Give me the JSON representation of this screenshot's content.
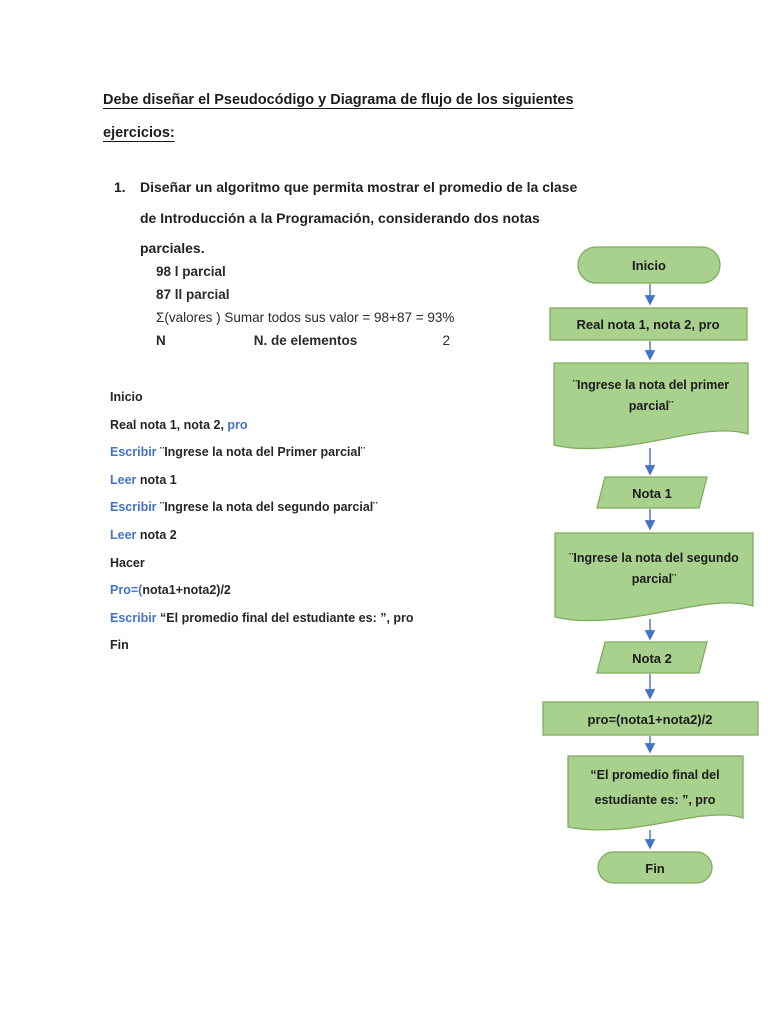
{
  "heading": {
    "line1": "Debe diseñar el Pseudocódigo y Diagrama de flujo de los siguientes",
    "line2": "ejercicios:"
  },
  "exercise": {
    "number": "1.",
    "lines": [
      "Diseñar un algoritmo que permita mostrar el promedio de la clase",
      "de Introducción a la Programación, considerando dos notas",
      "parciales."
    ]
  },
  "notes": {
    "line1": "98 l parcial",
    "line2": "87 ll parcial",
    "line3": "Σ(valores ) Sumar todos sus valor = 98+87 = 93%",
    "n_row": {
      "col1": "N",
      "col2": "N. de elementos",
      "col3": "2"
    }
  },
  "pseudocode": {
    "lines": [
      {
        "segments": [
          {
            "text": "Inicio",
            "style": "plain"
          }
        ]
      },
      {
        "segments": [
          {
            "text": "Real nota 1, nota 2, ",
            "style": "plain"
          },
          {
            "text": "pro",
            "style": "kw"
          }
        ]
      },
      {
        "segments": [
          {
            "text": "Escribir ",
            "style": "kw"
          },
          {
            "text": "¨Ingrese la nota del Primer parcial¨",
            "style": "plain"
          }
        ]
      },
      {
        "segments": [
          {
            "text": "Leer ",
            "style": "kw"
          },
          {
            "text": "nota 1",
            "style": "plain"
          }
        ]
      },
      {
        "segments": [
          {
            "text": "Escribir ",
            "style": "kw"
          },
          {
            "text": "¨Ingrese la nota del segundo parcial¨",
            "style": "plain"
          }
        ]
      },
      {
        "segments": [
          {
            "text": "Leer ",
            "style": "kw"
          },
          {
            "text": "nota 2",
            "style": "plain"
          }
        ]
      },
      {
        "segments": [
          {
            "text": "Hacer",
            "style": "plain"
          }
        ]
      },
      {
        "segments": [
          {
            "text": "Pro=(",
            "style": "kw"
          },
          {
            "text": "nota1+nota2)/2",
            "style": "plain"
          }
        ]
      },
      {
        "segments": [
          {
            "text": "Escribir ",
            "style": "kw"
          },
          {
            "text": "“El promedio final del estudiante es: ”, pro",
            "style": "plain"
          }
        ]
      },
      {
        "segments": [
          {
            "text": "Fin",
            "style": "plain"
          }
        ]
      }
    ]
  },
  "flowchart": {
    "fill_color": "#a9d18e",
    "border_color": "#7fac5d",
    "arrow_color": "#4472c4",
    "nodes": {
      "inicio": {
        "type": "terminator",
        "label": "Inicio"
      },
      "declare": {
        "type": "process",
        "label": "Real nota 1, nota 2, pro"
      },
      "msg1": {
        "type": "document",
        "lines": [
          "¨Ingrese la nota del primer",
          "parcial¨"
        ]
      },
      "nota1": {
        "type": "data",
        "label": "Nota 1"
      },
      "msg2": {
        "type": "document",
        "lines": [
          "¨Ingrese la nota del segundo",
          "parcial¨"
        ]
      },
      "nota2": {
        "type": "data",
        "label": "Nota 2"
      },
      "calc": {
        "type": "process",
        "label": "pro=(nota1+nota2)/2"
      },
      "msg3": {
        "type": "document",
        "lines": [
          "“El promedio final del",
          "estudiante es: ”, pro"
        ]
      },
      "fin": {
        "type": "terminator",
        "label": "Fin"
      }
    }
  }
}
